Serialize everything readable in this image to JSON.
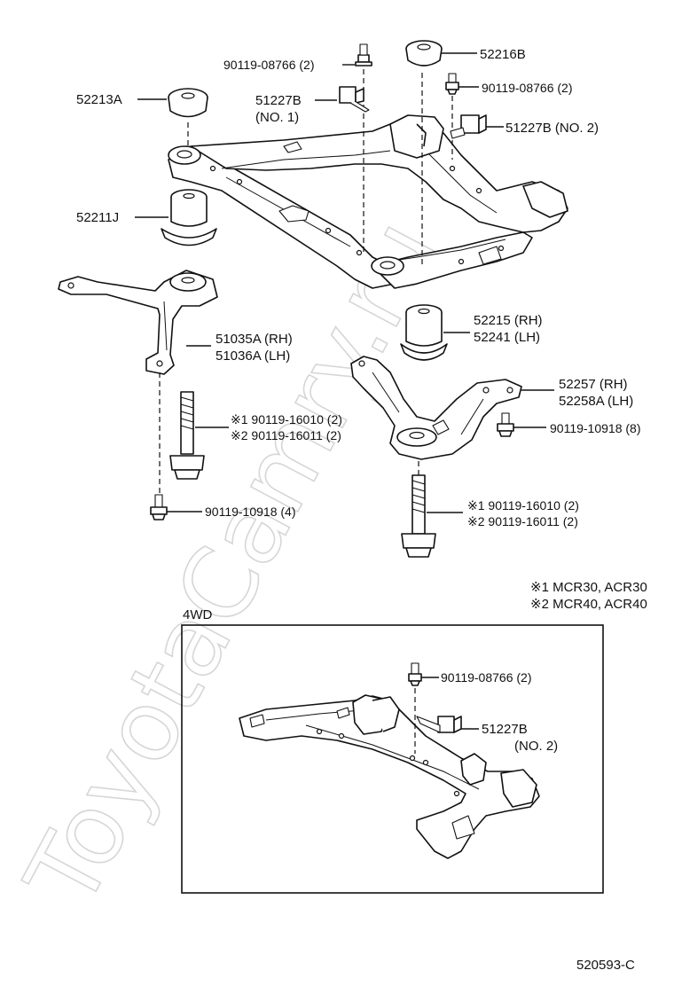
{
  "watermark": "ToyotaCamry.ru",
  "diagram_code": "520593-C",
  "labels": {
    "p52213A": "52213A",
    "p52211J": "52211J",
    "p51035A": "51035A (RH)",
    "p51036A": "51036A (LH)",
    "bolt_long_l_1": "※1 90119-16010 (2)",
    "bolt_long_l_2": "※2 90119-16011 (2)",
    "bolt_short_l": "90119-10918 (4)",
    "bolt_top_l": "90119-08766 (2)",
    "p51227B_1a": "51227B",
    "p51227B_1b": "(NO. 1)",
    "p52216B": "52216B",
    "bolt_top_r": "90119-08766 (2)",
    "p51227B_2": "51227B (NO. 2)",
    "p52215": "52215 (RH)",
    "p52241": "52241 (LH)",
    "p52257": "52257  (RH)",
    "p52258A": "52258A (LH)",
    "bolt_short_r": "90119-10918 (8)",
    "bolt_long_r_1": "※1 90119-16010 (2)",
    "bolt_long_r_2": "※2 90119-16011 (2)"
  },
  "notes": {
    "note1": "※1 MCR30, ACR30",
    "note2": "※2 MCR40, ACR40"
  },
  "inset": {
    "title": "4WD",
    "bolt": "90119-08766 (2)",
    "bracket": "51227B",
    "bracket_no": "(NO. 2)"
  }
}
